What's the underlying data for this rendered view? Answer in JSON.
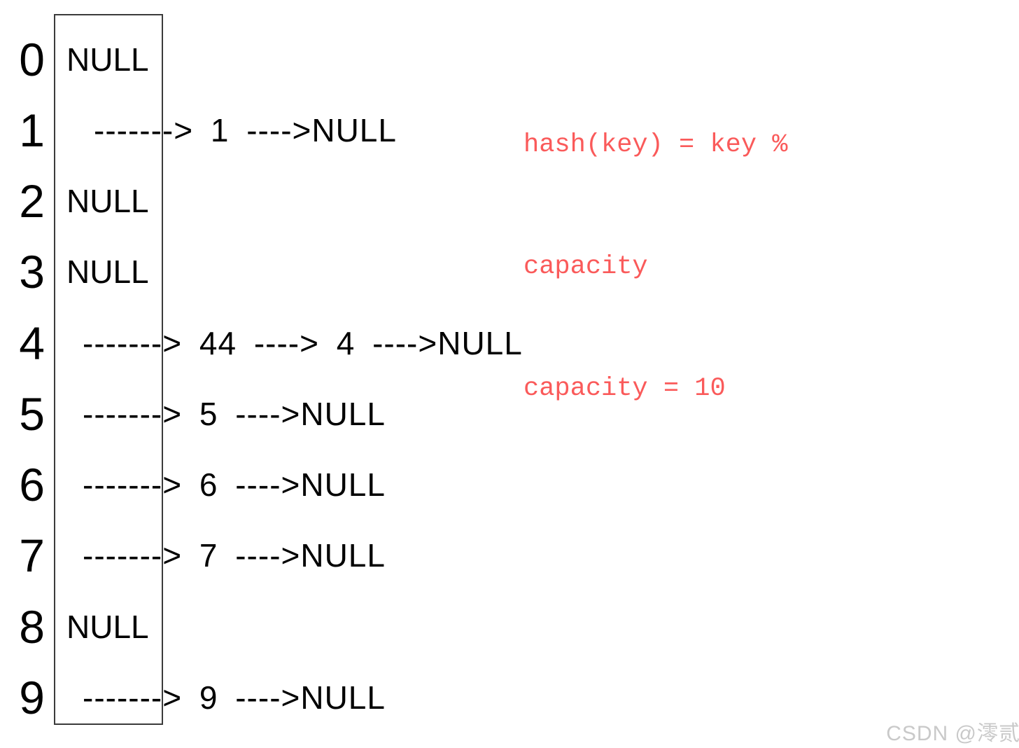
{
  "figure": {
    "title_hidden": "",
    "hash_table": {
      "capacity": 10,
      "rows": [
        {
          "index": "0",
          "kind": "empty",
          "values": [],
          "text": "NULL"
        },
        {
          "index": "1",
          "kind": "chain",
          "values": [
            1
          ],
          "text": "-------> 1 ---->NULL"
        },
        {
          "index": "2",
          "kind": "empty",
          "values": [],
          "text": "NULL"
        },
        {
          "index": "3",
          "kind": "empty",
          "values": [],
          "text": "NULL"
        },
        {
          "index": "4",
          "kind": "chain",
          "values": [
            44,
            4
          ],
          "text": "-------> 44 ----> 4 ---->NULL"
        },
        {
          "index": "5",
          "kind": "chain",
          "values": [
            5
          ],
          "text": "-------> 5 ---->NULL"
        },
        {
          "index": "6",
          "kind": "chain",
          "values": [
            6
          ],
          "text": "-------> 6 ---->NULL"
        },
        {
          "index": "7",
          "kind": "chain",
          "values": [
            7
          ],
          "text": "-------> 7 ---->NULL"
        },
        {
          "index": "8",
          "kind": "empty",
          "values": [],
          "text": "NULL"
        },
        {
          "index": "9",
          "kind": "chain",
          "values": [
            9
          ],
          "text": "-------> 9 ---->NULL"
        }
      ]
    },
    "note": {
      "color": "#fa5a5a",
      "lines": [
        "hash(key) = key %",
        "capacity",
        "capacity = 10"
      ]
    },
    "watermark": "CSDN @澪贰"
  }
}
